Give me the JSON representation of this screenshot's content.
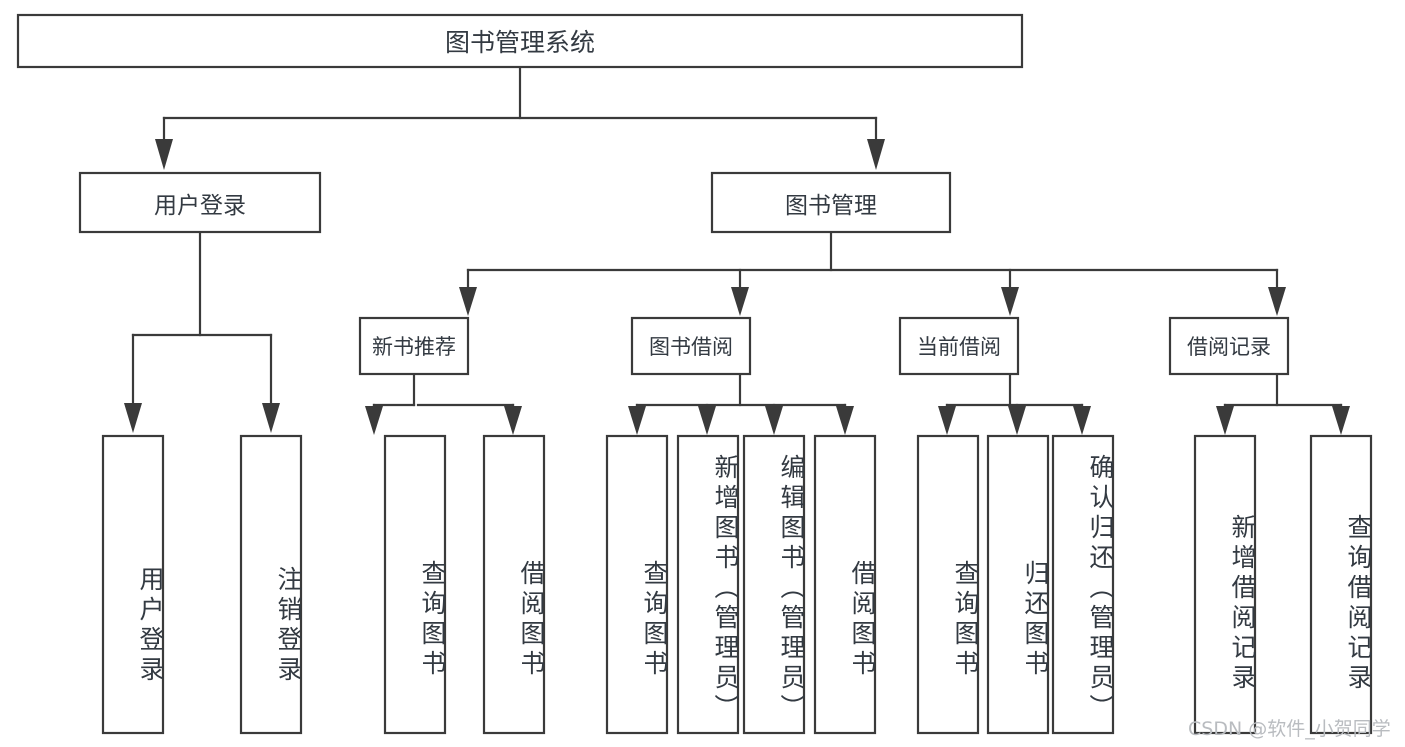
{
  "diagram": {
    "type": "tree-hierarchy",
    "title": "图书管理系统",
    "orientation": "top-down",
    "colors": {
      "box_stroke": "#3a3a3a",
      "box_fill": "#ffffff",
      "text": "#333a42",
      "connector": "#3a3a3a",
      "background": "#ffffff",
      "watermark": "#b9bcc0"
    },
    "root": {
      "label": "图书管理系统"
    },
    "level2": [
      {
        "label": "用户登录"
      },
      {
        "label": "图书管理"
      }
    ],
    "level3": [
      {
        "label": "新书推荐"
      },
      {
        "label": "图书借阅"
      },
      {
        "label": "当前借阅"
      },
      {
        "label": "借阅记录"
      }
    ],
    "leaves": {
      "user_login": [
        {
          "label": "用户登录"
        },
        {
          "label": "注销登录"
        }
      ],
      "new_book_recommend": [
        {
          "label": "查询图书"
        },
        {
          "label": "借阅图书"
        }
      ],
      "book_borrow": [
        {
          "label": "查询图书"
        },
        {
          "label": "新增图书（管理员）"
        },
        {
          "label": "编辑图书（管理员）"
        },
        {
          "label": "借阅图书"
        }
      ],
      "current_borrow": [
        {
          "label": "查询图书"
        },
        {
          "label": "归还图书"
        },
        {
          "label": "确认归还（管理员）"
        }
      ],
      "borrow_record": [
        {
          "label": "新增借阅记录"
        },
        {
          "label": "查询借阅记录"
        }
      ]
    }
  },
  "watermark": {
    "text": "CSDN @软件_小贺同学"
  }
}
